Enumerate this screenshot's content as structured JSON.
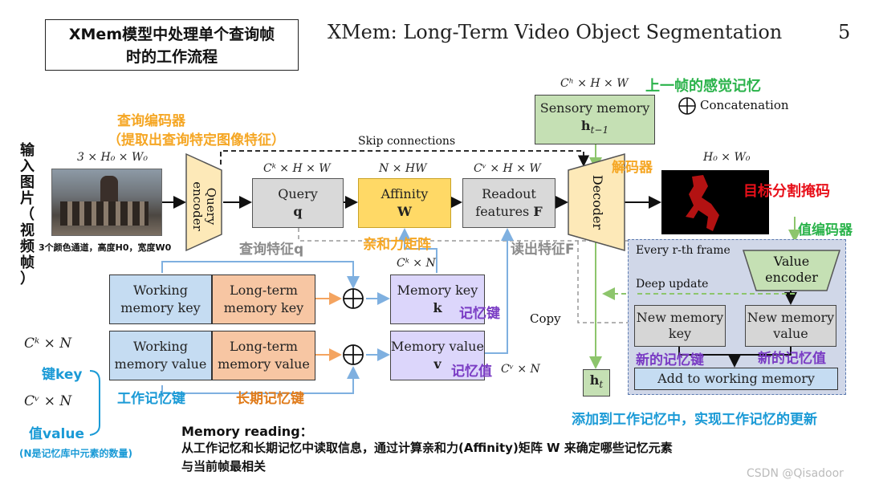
{
  "title_box": {
    "line1": "XMem模型中处理单个查询帧",
    "line2": "时的工作流程"
  },
  "slide_title": "XMem: Long-Term Video Object Segmentation",
  "page_number": "5",
  "left_vertical_label": [
    "输",
    "入",
    "图",
    "片",
    "（",
    "视",
    "频",
    "帧",
    "）"
  ],
  "dims": {
    "input": "3 × H₀ × W₀",
    "sensory": "Cʰ × H × W",
    "query": "Cᵏ × H × W",
    "affinity": "N × HW",
    "readout": "Cᵛ × H × W",
    "output": "H₀ × W₀",
    "mem_key": "Cᵏ × N",
    "mem_value": "Cᵛ × N",
    "left_key": "Cᵏ × N",
    "left_value": "Cᵛ × N"
  },
  "input_caption": "3个颜色通道，高度H0，宽度W0",
  "blocks": {
    "query_encoder": "Query encoder",
    "query": "Query",
    "query_sym": "q",
    "affinity": "Affinity",
    "affinity_sym": "W",
    "readout_1": "Readout",
    "readout_2": "features",
    "readout_sym": "F",
    "decoder": "Decoder",
    "sensory_1": "Sensory memory",
    "sensory_sym": "h",
    "sensory_sub": "t−1",
    "working_key_1": "Working",
    "working_key_2": "memory key",
    "longterm_key_1": "Long-term",
    "longterm_key_2": "memory key",
    "working_value_1": "Working",
    "working_value_2": "memory value",
    "longterm_value_1": "Long-term",
    "longterm_value_2": "memory value",
    "memory_key": "Memory key",
    "memory_key_sym": "k",
    "memory_value": "Memory value",
    "memory_value_sym": "v",
    "ht_sym": "h",
    "ht_sub": "t",
    "value_encoder_1": "Value",
    "value_encoder_2": "encoder",
    "new_key_1": "New memory",
    "new_key_2": "key",
    "new_value_1": "New memory",
    "new_value_2": "value",
    "add_working": "Add to working memory"
  },
  "labels": {
    "skip": "Skip connections",
    "concat": "Concatenation",
    "copy": "Copy",
    "every": "Every r-th frame",
    "deep": "Deep update"
  },
  "annotations": {
    "query_encoder_1": "查询编码器",
    "query_encoder_2": "（提取出查询特定图像特征）",
    "sensory": "上一帧的感觉记忆",
    "decoder": "解码器",
    "mask": "目标分割掩码",
    "value_encoder": "值编码器",
    "query_feat": "查询特征q",
    "affinity": "亲和力矩阵",
    "readout": "读出特征F",
    "mem_key": "记忆键",
    "mem_value": "记忆值",
    "new_key": "新的记忆键",
    "new_value": "新的记忆值",
    "add_working": "添加到工作记忆中，实现工作记忆的更新",
    "working_key": "工作记忆键",
    "longterm_key": "长期记忆键",
    "key": "键key",
    "value": "值value",
    "n_note": "(N是记忆库中元素的数量)"
  },
  "reading": {
    "title": "Memory reading：",
    "line1": "从工作记忆和长期记忆中读取信息，通过计算亲和力(Affinity)矩阵 W 来确定哪些记忆元素",
    "line2": "与当前帧最相关"
  },
  "watermark": "CSDN @Qisadoor",
  "colors": {
    "orange_ann": "#f5a623",
    "green_ann": "#2bb34b",
    "red_ann": "#e8101a",
    "gray_ann": "#8a8a8a",
    "purple_ann": "#7a3cc4",
    "blue_ann": "#1a9ad6",
    "brown_ann": "#e07b1a"
  }
}
